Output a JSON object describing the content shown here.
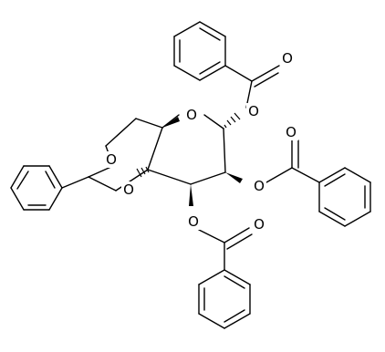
{
  "molecule": {
    "atom_labels": {
      "ring_oxygen": "O",
      "dioxane_oxygen_top": "O",
      "dioxane_oxygen_bottom": "O",
      "ester1_o_single": "O",
      "ester1_o_double": "O",
      "ester2_o_single": "O",
      "ester2_o_double": "O",
      "ester3_o_single": "O",
      "ester3_o_double": "O"
    }
  }
}
